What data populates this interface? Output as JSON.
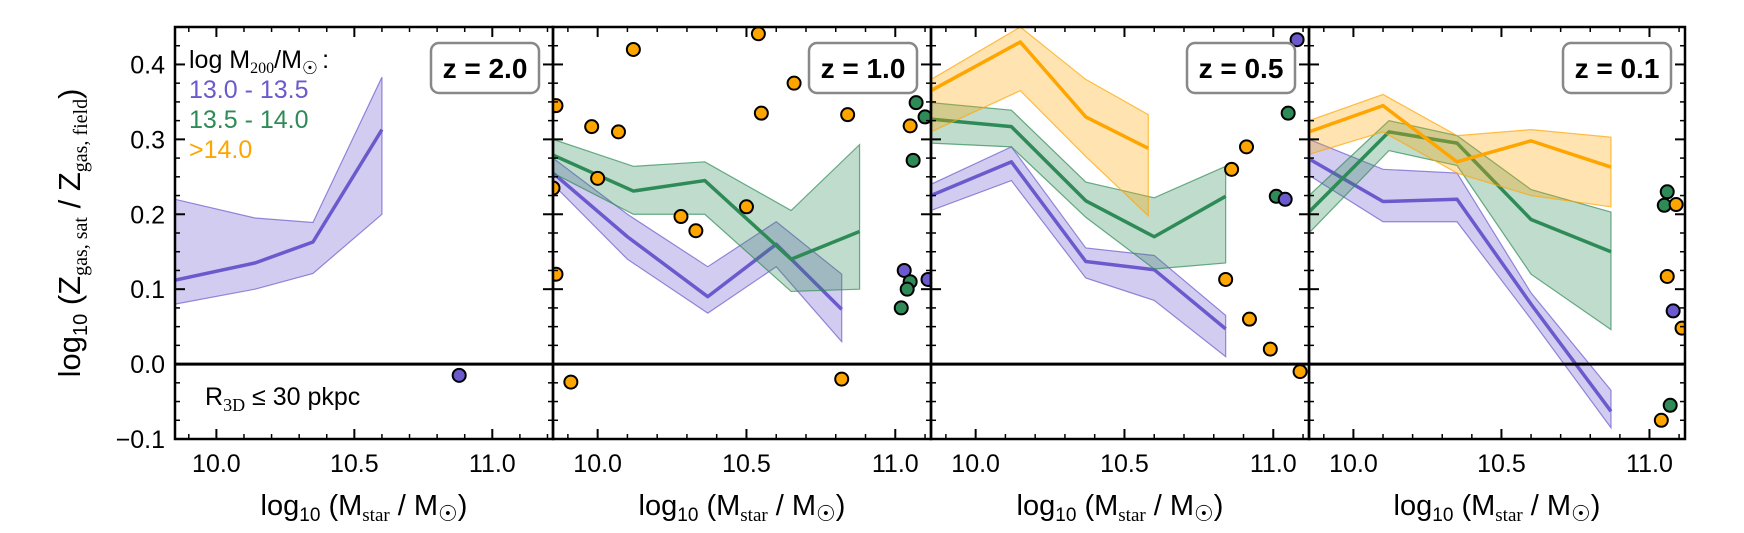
{
  "chart_data": {
    "type": "line",
    "ylabel": {
      "base": "log",
      "base_sub": "10",
      "open": " (Z",
      "num_sub": "gas, sat",
      "mid": " / Z",
      "den_sub": "gas, field",
      "close": ")"
    },
    "xlabel": {
      "base": "log",
      "base_sub": "10",
      "open": " (M",
      "sub": "star",
      "mid": " / M",
      "sym": "☉",
      "close": ")"
    },
    "ylim": [
      -0.1,
      0.45
    ],
    "yticks": [
      -0.1,
      0.0,
      0.1,
      0.2,
      0.3,
      0.4
    ],
    "ytick_labels": [
      "−0.1",
      "0.0",
      "0.1",
      "0.2",
      "0.3",
      "0.4"
    ],
    "xticks": [
      10.0,
      10.5,
      11.0
    ],
    "xtick_labels": [
      "10.0",
      "10.5",
      "11.0"
    ],
    "grid": false,
    "legend": {
      "placement": "top-left (first panel)",
      "title": {
        "pre": "log M",
        "sub": "200",
        "mid": "/M",
        "sym": "☉",
        "post": ":"
      },
      "entries": [
        {
          "label": "13.0 - 13.5",
          "color": "#6a5acd"
        },
        {
          "label": "13.5 - 14.0",
          "color": "#2e8b57"
        },
        {
          "label": ">14.0",
          "color": "#ffa500"
        }
      ]
    },
    "annotation": {
      "pre": "R",
      "sub": "3D",
      "op": " ≤ ",
      "post": " 30 pkpc"
    },
    "colors": {
      "purple": "#6a5acd",
      "green": "#2e8b57",
      "orange": "#ffa500"
    },
    "panels": [
      {
        "title": "z = 2.0",
        "xlim": [
          9.85,
          11.22
        ],
        "series": [
          {
            "color": "purple",
            "x": [
              9.85,
              10.14,
              10.35,
              10.6
            ],
            "y": [
              0.112,
              0.135,
              0.163,
              0.313
            ],
            "lo": [
              0.08,
              0.1,
              0.121,
              0.2
            ],
            "hi": [
              0.22,
              0.195,
              0.189,
              0.383
            ]
          }
        ],
        "points": [
          {
            "color": "purple",
            "x": 10.88,
            "y": -0.015
          }
        ]
      },
      {
        "title": "z = 1.0",
        "xlim": [
          9.85,
          11.12
        ],
        "series": [
          {
            "color": "purple",
            "x": [
              9.85,
              10.1,
              10.37,
              10.6,
              10.82
            ],
            "y": [
              0.255,
              0.17,
              0.09,
              0.16,
              0.073
            ],
            "lo": [
              0.24,
              0.14,
              0.068,
              0.13,
              0.03
            ],
            "hi": [
              0.275,
              0.2,
              0.13,
              0.19,
              0.12
            ]
          },
          {
            "color": "green",
            "x": [
              9.85,
              10.12,
              10.36,
              10.65,
              10.88
            ],
            "y": [
              0.279,
              0.231,
              0.245,
              0.14,
              0.177
            ],
            "lo": [
              0.255,
              0.2,
              0.2,
              0.097,
              0.1
            ],
            "hi": [
              0.3,
              0.264,
              0.27,
              0.205,
              0.293
            ]
          }
        ],
        "points": [
          {
            "color": "orange",
            "x": 9.86,
            "y": 0.345
          },
          {
            "color": "orange",
            "x": 9.85,
            "y": 0.235
          },
          {
            "color": "orange",
            "x": 9.86,
            "y": 0.12
          },
          {
            "color": "orange",
            "x": 9.91,
            "y": -0.024
          },
          {
            "color": "orange",
            "x": 9.98,
            "y": 0.317
          },
          {
            "color": "orange",
            "x": 10.0,
            "y": 0.248
          },
          {
            "color": "orange",
            "x": 10.07,
            "y": 0.31
          },
          {
            "color": "orange",
            "x": 10.12,
            "y": 0.42
          },
          {
            "color": "orange",
            "x": 10.28,
            "y": 0.197
          },
          {
            "color": "orange",
            "x": 10.33,
            "y": 0.178
          },
          {
            "color": "orange",
            "x": 10.5,
            "y": 0.21
          },
          {
            "color": "orange",
            "x": 10.54,
            "y": 0.441
          },
          {
            "color": "orange",
            "x": 10.55,
            "y": 0.335
          },
          {
            "color": "orange",
            "x": 10.66,
            "y": 0.375
          },
          {
            "color": "orange",
            "x": 10.82,
            "y": -0.02
          },
          {
            "color": "orange",
            "x": 10.84,
            "y": 0.333
          },
          {
            "color": "orange",
            "x": 11.05,
            "y": 0.318
          },
          {
            "color": "green",
            "x": 11.07,
            "y": 0.349
          },
          {
            "color": "green",
            "x": 11.1,
            "y": 0.33
          },
          {
            "color": "green",
            "x": 11.06,
            "y": 0.272
          },
          {
            "color": "purple",
            "x": 11.03,
            "y": 0.125
          },
          {
            "color": "purple",
            "x": 11.11,
            "y": 0.113
          },
          {
            "color": "green",
            "x": 11.05,
            "y": 0.11
          },
          {
            "color": "green",
            "x": 11.04,
            "y": 0.1
          },
          {
            "color": "green",
            "x": 11.02,
            "y": 0.075
          }
        ]
      },
      {
        "title": "z = 0.5",
        "xlim": [
          9.85,
          11.12
        ],
        "series": [
          {
            "color": "purple",
            "x": [
              9.85,
              10.12,
              10.37,
              10.6,
              10.84
            ],
            "y": [
              0.225,
              0.27,
              0.137,
              0.126,
              0.047
            ],
            "lo": [
              0.205,
              0.245,
              0.115,
              0.085,
              0.01
            ],
            "hi": [
              0.24,
              0.29,
              0.155,
              0.145,
              0.065
            ]
          },
          {
            "color": "green",
            "x": [
              9.85,
              10.12,
              10.37,
              10.6,
              10.84
            ],
            "y": [
              0.327,
              0.317,
              0.218,
              0.17,
              0.224
            ],
            "lo": [
              0.295,
              0.29,
              0.196,
              0.127,
              0.135
            ],
            "hi": [
              0.349,
              0.339,
              0.243,
              0.222,
              0.264
            ]
          },
          {
            "color": "orange",
            "x": [
              9.85,
              10.15,
              10.37,
              10.58
            ],
            "y": [
              0.365,
              0.43,
              0.33,
              0.288
            ],
            "lo": [
              0.31,
              0.365,
              0.277,
              0.198
            ],
            "hi": [
              0.38,
              0.45,
              0.38,
              0.333
            ]
          }
        ],
        "points": [
          {
            "color": "purple",
            "x": 11.08,
            "y": 0.433
          },
          {
            "color": "green",
            "x": 11.05,
            "y": 0.335
          },
          {
            "color": "orange",
            "x": 10.91,
            "y": 0.29
          },
          {
            "color": "orange",
            "x": 10.86,
            "y": 0.26
          },
          {
            "color": "green",
            "x": 11.01,
            "y": 0.224
          },
          {
            "color": "purple",
            "x": 11.04,
            "y": 0.22
          },
          {
            "color": "orange",
            "x": 10.84,
            "y": 0.113
          },
          {
            "color": "orange",
            "x": 10.92,
            "y": 0.06
          },
          {
            "color": "orange",
            "x": 10.99,
            "y": 0.02
          },
          {
            "color": "orange",
            "x": 11.09,
            "y": -0.01
          }
        ]
      },
      {
        "title": "z = 0.1",
        "xlim": [
          9.85,
          11.12
        ],
        "series": [
          {
            "color": "purple",
            "x": [
              9.85,
              10.1,
              10.35,
              10.6,
              10.87
            ],
            "y": [
              0.274,
              0.217,
              0.22,
              0.08,
              -0.063
            ],
            "lo": [
              0.252,
              0.19,
              0.19,
              0.06,
              -0.085
            ],
            "hi": [
              0.3,
              0.26,
              0.255,
              0.095,
              -0.035
            ]
          },
          {
            "color": "green",
            "x": [
              9.85,
              10.12,
              10.35,
              10.6,
              10.87
            ],
            "y": [
              0.203,
              0.31,
              0.295,
              0.193,
              0.15
            ],
            "lo": [
              0.175,
              0.285,
              0.265,
              0.12,
              0.046
            ],
            "hi": [
              0.225,
              0.325,
              0.305,
              0.233,
              0.203
            ]
          },
          {
            "color": "orange",
            "x": [
              9.85,
              10.1,
              10.35,
              10.6,
              10.87
            ],
            "y": [
              0.31,
              0.345,
              0.27,
              0.298,
              0.263
            ],
            "lo": [
              0.28,
              0.31,
              0.255,
              0.225,
              0.21
            ],
            "hi": [
              0.325,
              0.36,
              0.305,
              0.313,
              0.303
            ]
          }
        ],
        "points": [
          {
            "color": "green",
            "x": 11.06,
            "y": 0.23
          },
          {
            "color": "green",
            "x": 11.05,
            "y": 0.212
          },
          {
            "color": "orange",
            "x": 11.09,
            "y": 0.213
          },
          {
            "color": "orange",
            "x": 11.06,
            "y": 0.117
          },
          {
            "color": "purple",
            "x": 11.08,
            "y": 0.071
          },
          {
            "color": "orange",
            "x": 11.11,
            "y": 0.048
          },
          {
            "color": "green",
            "x": 11.07,
            "y": -0.055
          },
          {
            "color": "orange",
            "x": 11.04,
            "y": -0.075
          }
        ]
      }
    ]
  }
}
